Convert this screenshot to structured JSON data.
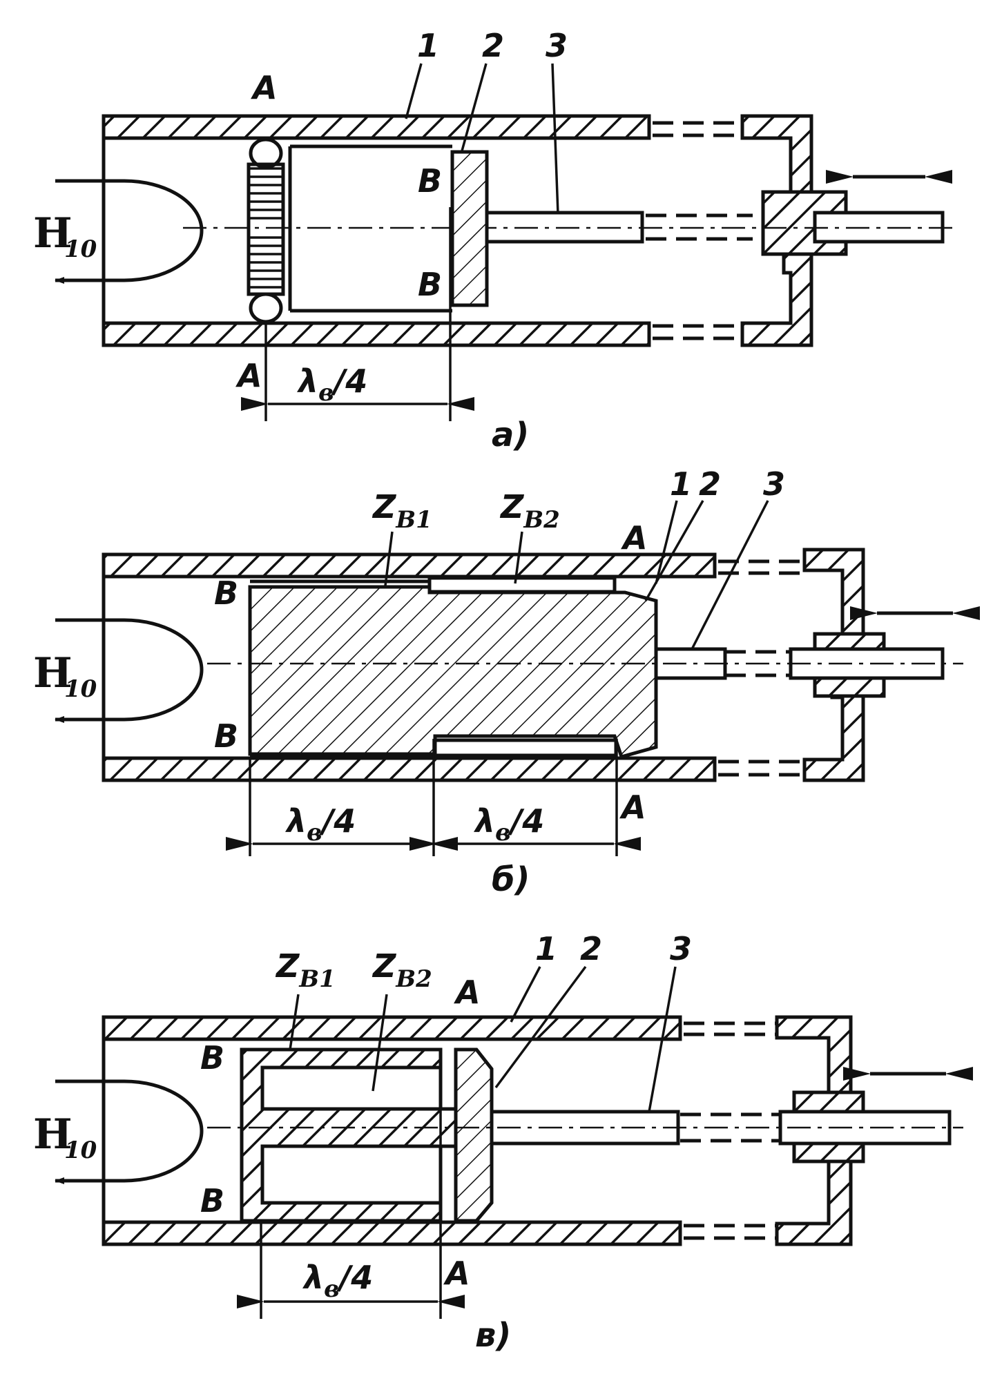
{
  "panel_a": {
    "caption": "a)",
    "field_label": "H",
    "field_sub": "10",
    "label_1": "1",
    "label_2": "2",
    "label_3": "3",
    "label_A_top": "A",
    "label_A_bottom": "A",
    "label_B_top": "B",
    "label_B_bottom": "B",
    "dim": "λ",
    "dim_sub": "в",
    "dim_tail": "/4"
  },
  "panel_b": {
    "caption": "б)",
    "field_label": "H",
    "field_sub": "10",
    "label_1": "1",
    "label_2": "2",
    "label_3": "3",
    "label_zb1": "Z",
    "label_zb1_sub": "B1",
    "label_zb2": "Z",
    "label_zb2_sub": "B2",
    "label_A_top": "A",
    "label_A_bottom": "A",
    "label_B_top": "B",
    "label_B_bottom": "B",
    "dim1": "λ",
    "dim1_sub": "в",
    "dim1_tail": "/4",
    "dim2": "λ",
    "dim2_sub": "в",
    "dim2_tail": "/4"
  },
  "panel_c": {
    "caption": "в)",
    "field_label": "H",
    "field_sub": "10",
    "label_1": "1",
    "label_2": "2",
    "label_3": "3",
    "label_zb1": "Z",
    "label_zb1_sub": "B1",
    "label_zb2": "Z",
    "label_zb2_sub": "B2",
    "label_A_top": "A",
    "label_A_bottom": "A",
    "label_B_top": "B",
    "label_B_bottom": "B",
    "dim": "λ",
    "dim_sub": "в",
    "dim_tail": "/4"
  },
  "colors": {
    "ink": "#111111",
    "paper": "#ffffff"
  }
}
